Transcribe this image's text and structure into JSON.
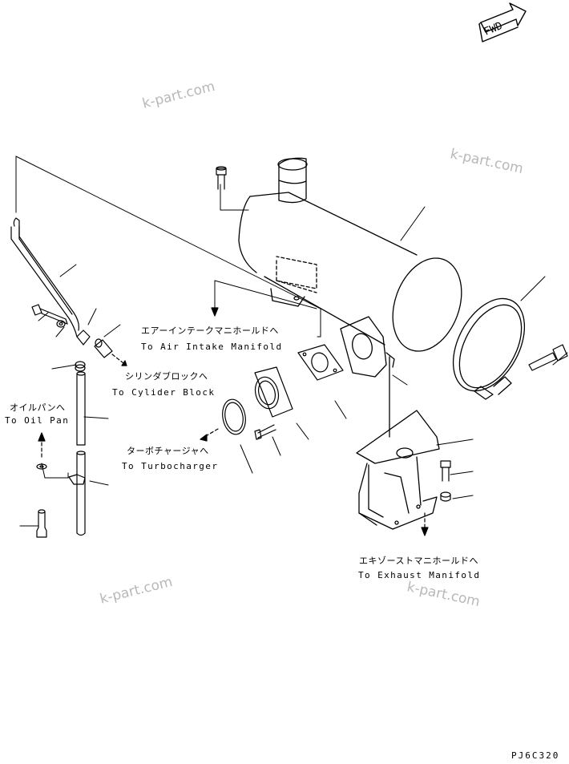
{
  "diagram": {
    "fwd_badge": "FWD",
    "drawing_code": "PJ6C320",
    "watermark": "k-part.com",
    "labels": {
      "air_intake_jp": "エアーインテークマニホールドへ",
      "air_intake_en": "To Air Intake Manifold",
      "cylinder_block_jp": "シリンダブロックへ",
      "cylinder_block_en": "To Cylider Block",
      "oil_pan_jp": "オイルパンへ",
      "oil_pan_en": "To Oil Pan",
      "turbocharger_jp": "ターボチャージャへ",
      "turbocharger_en": "To Turbocharger",
      "exhaust_jp": "エキゾーストマニホールドへ",
      "exhaust_en": "To Exhaust Manifold"
    }
  }
}
